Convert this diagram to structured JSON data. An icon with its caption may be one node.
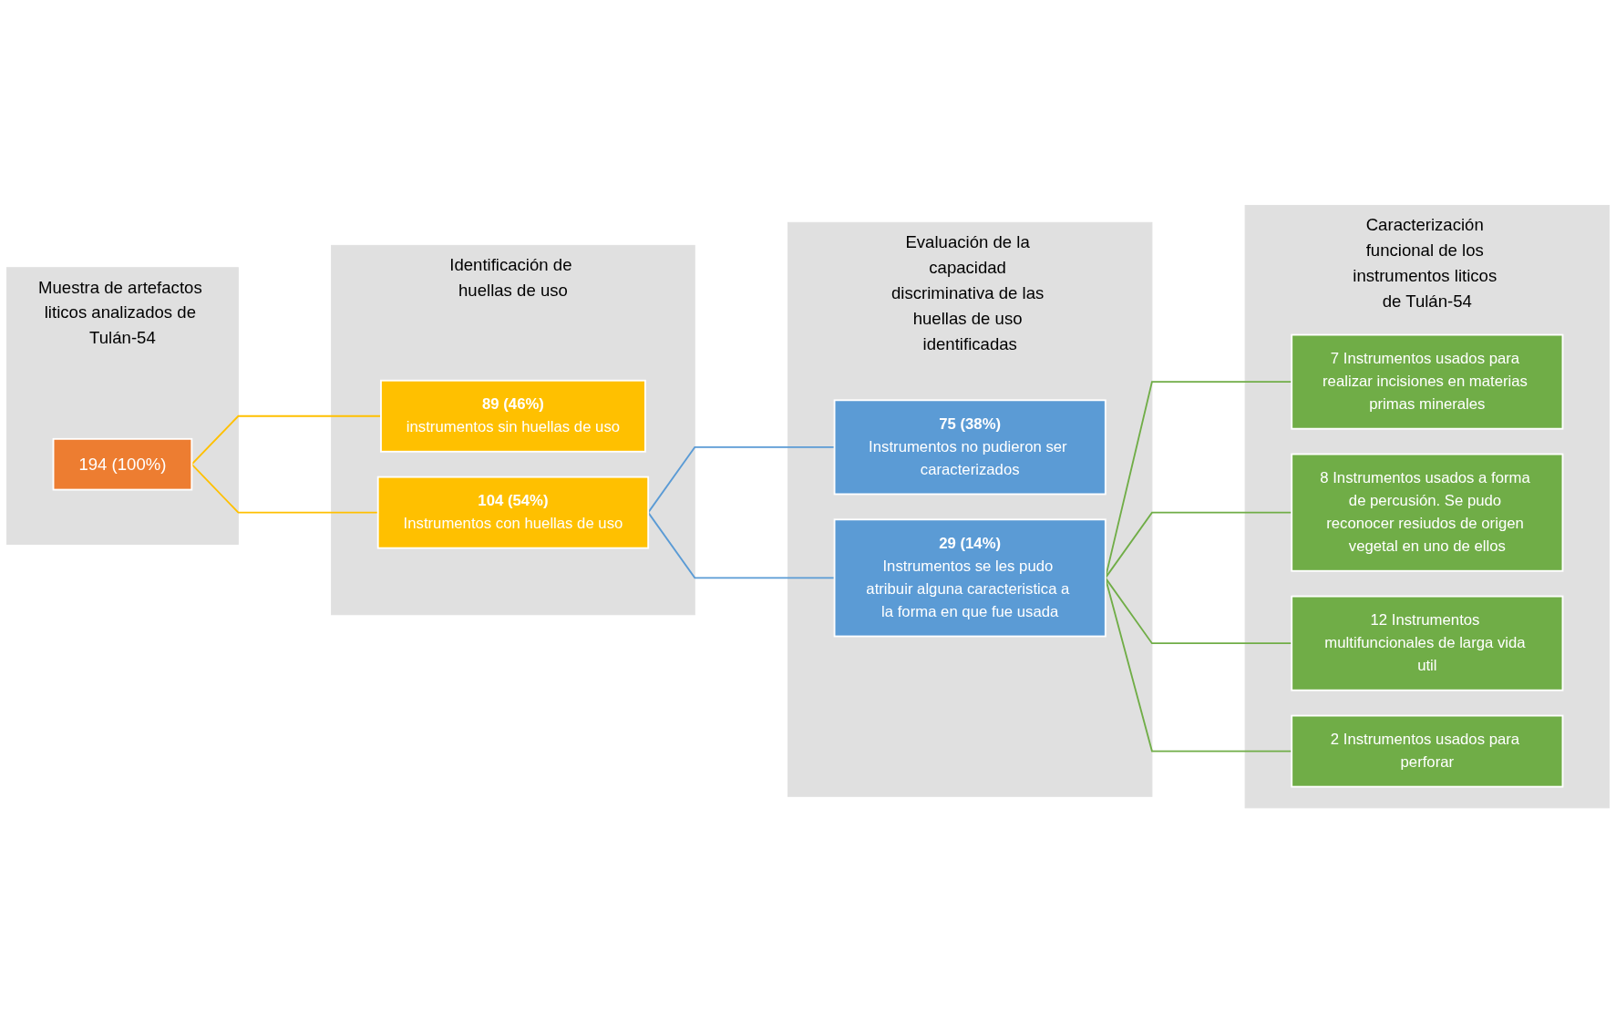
{
  "diagram": {
    "nodes": [
      {
        "text": [
          "Muestra de artefactos liticos analizados de Tulán-54"
        ]
      },
      {
        "text": [
          "194 (100%)"
        ],
        "in": 0
      },
      {
        "text": [
          "Identificación de huellas de uso"
        ]
      },
      {
        "text": [
          "89 (46%)",
          "instrumentos sin huellas de uso"
        ],
        "in": 2
      },
      {
        "text": [
          "104 (54%)",
          "Instrumentos con huellas de uso"
        ],
        "in": 2
      },
      {
        "text": [
          "Evaluación de la capacidad discriminativa de las huellas de uso identificadas"
        ]
      },
      {
        "text": [
          "75 (38%)",
          "Instrumentos no pudieron ser caracterizados"
        ],
        "in": 5
      },
      {
        "text": [
          "29 (14%)",
          "Instrumentos se les pudo atribuir alguna caracteristica a la forma en que fue usada"
        ],
        "in": 5
      },
      {
        "text": [
          "Caracterización funcional de los instrumentos liticos de Tulán-54"
        ]
      },
      {
        "text": [
          "7 Instrumentos usados para realizar incisiones en materias primas minerales"
        ],
        "in": 8
      },
      {
        "text": [
          "8 Instrumentos usados a forma de percusión. Se pudo reconocer resiudos de origen vegetal en uno de ellos"
        ],
        "in": 8
      },
      {
        "text": [
          "12 Instrumentos multifuncionales de larga vida util"
        ],
        "in": 8
      },
      {
        "text": [
          "2 Instrumentos usados para perforar"
        ],
        "in": 8
      }
    ],
    "edges": [
      {
        "from": 1,
        "to": 3,
        "arrow": "none",
        "color": "#ffc000"
      },
      {
        "from": 1,
        "to": 4,
        "arrow": "none",
        "color": "#ffc000"
      },
      {
        "from": 4,
        "to": 6,
        "arrow": "none",
        "color": "#5b9bd5"
      },
      {
        "from": 4,
        "to": 7,
        "arrow": "none",
        "color": "#5b9bd5"
      },
      {
        "from": 7,
        "to": 9,
        "arrow": "none",
        "color": "#70ad47"
      },
      {
        "from": 7,
        "to": 10,
        "arrow": "none",
        "color": "#70ad47"
      },
      {
        "from": 7,
        "to": 11,
        "arrow": "none",
        "color": "#70ad47"
      },
      {
        "from": 7,
        "to": 12,
        "arrow": "none",
        "color": "#70ad47"
      }
    ]
  }
}
